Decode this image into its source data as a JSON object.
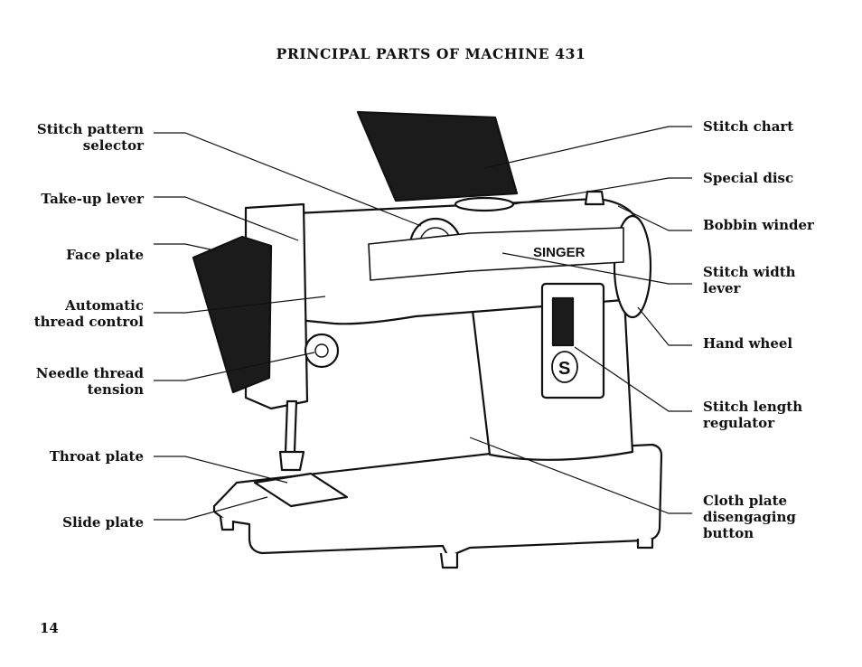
{
  "title": "PRINCIPAL PARTS OF MACHINE 431",
  "brand": "SINGER",
  "badge": "S",
  "page_number": "14",
  "labels": {
    "stitch_pattern_selector": [
      "Stitch pattern",
      "selector"
    ],
    "take_up_lever": [
      "Take-up lever"
    ],
    "face_plate": [
      "Face plate"
    ],
    "automatic_thread_control": [
      "Automatic",
      "thread control"
    ],
    "needle_thread_tension": [
      "Needle thread",
      "tension"
    ],
    "throat_plate": [
      "Throat plate"
    ],
    "slide_plate": [
      "Slide plate"
    ],
    "stitch_chart": [
      "Stitch chart"
    ],
    "special_disc": [
      "Special disc"
    ],
    "bobbin_winder": [
      "Bobbin winder"
    ],
    "stitch_width_lever": [
      "Stitch width",
      "lever"
    ],
    "hand_wheel": [
      "Hand wheel"
    ],
    "stitch_length_regulator": [
      "Stitch length",
      "regulator"
    ],
    "cloth_plate_disengaging_button": [
      "Cloth plate",
      "disengaging",
      "button"
    ]
  }
}
